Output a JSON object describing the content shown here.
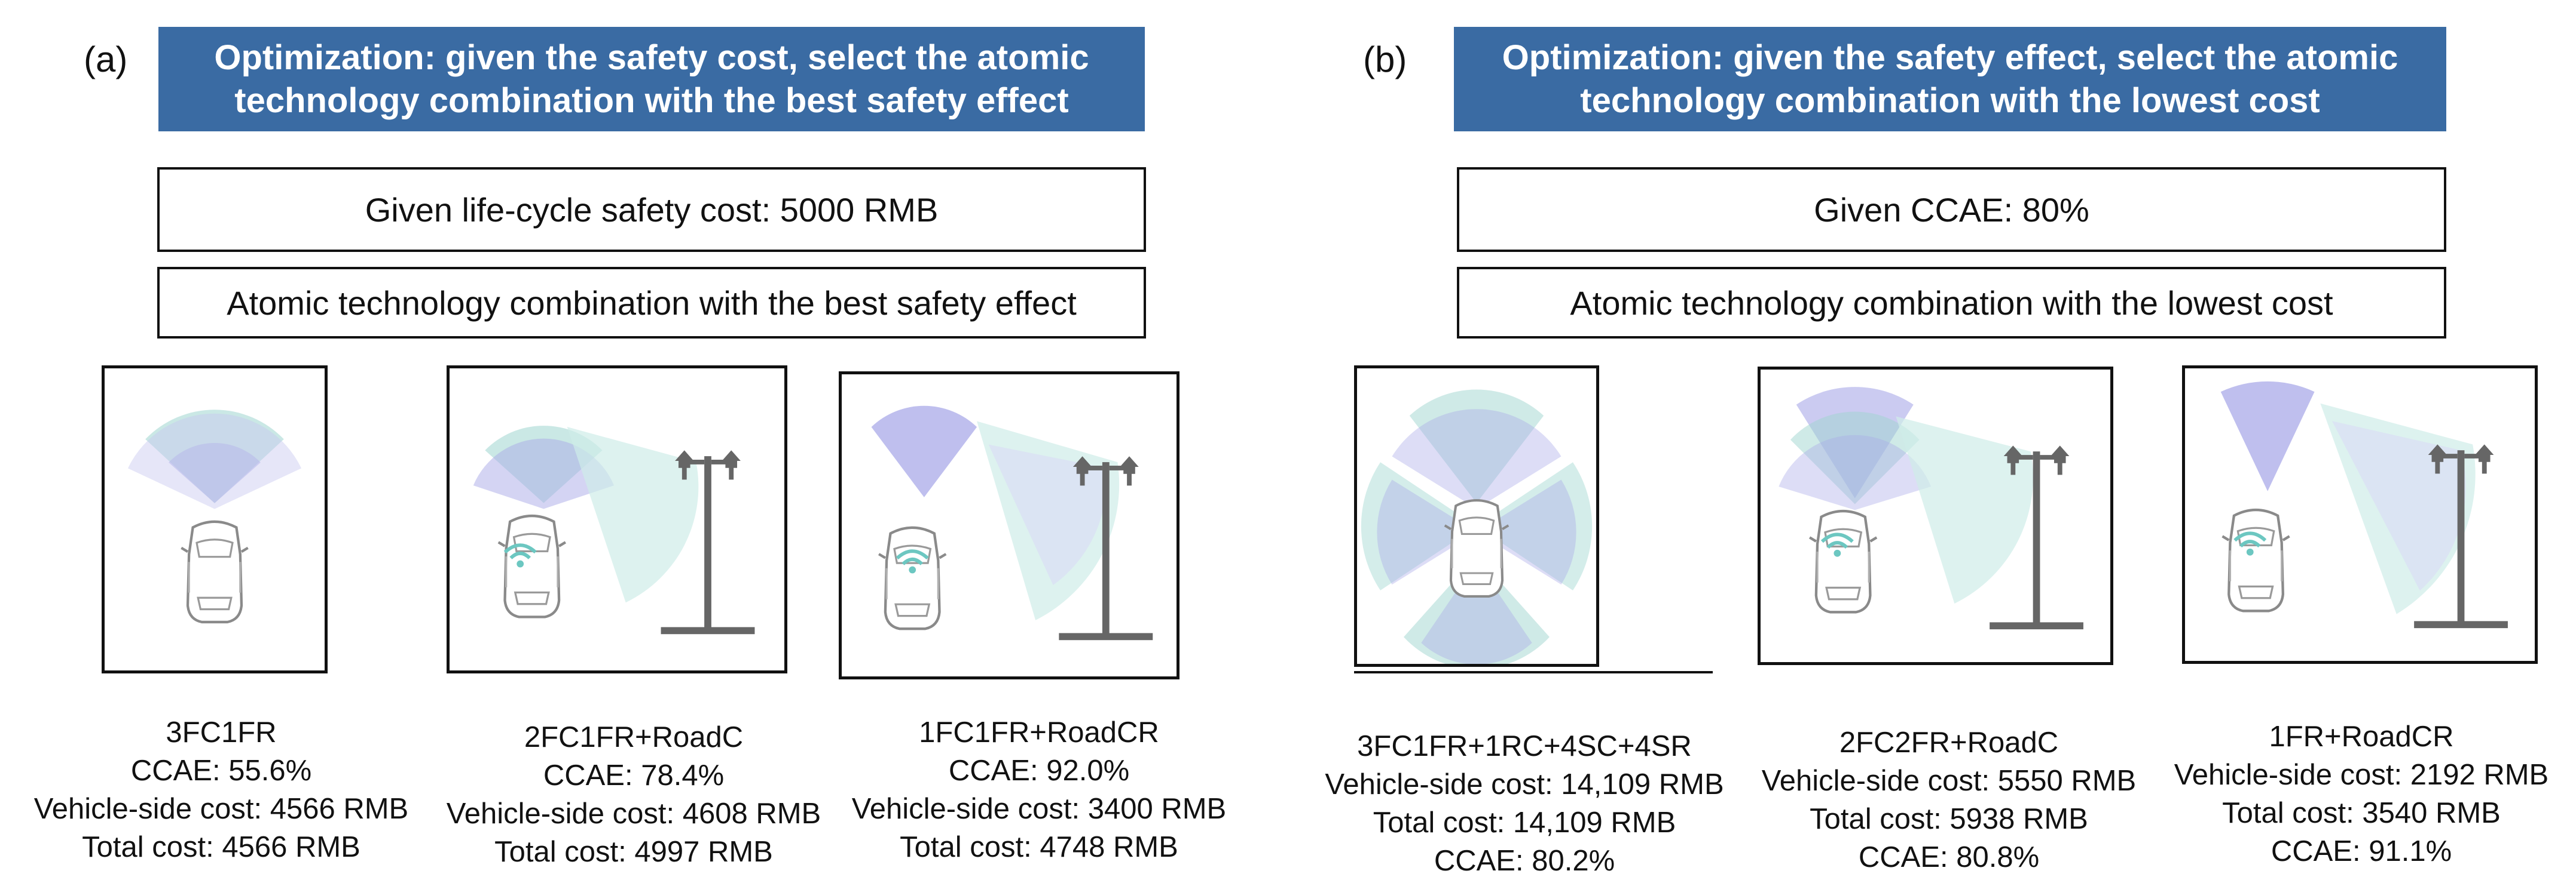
{
  "colors": {
    "banner_bg": "#3a6ba3",
    "banner_text": "#ffffff",
    "sensor_teal": "#9fd6d0",
    "sensor_purple": "#a9a9e8",
    "wifi": "#6cc7c1"
  },
  "panel_a": {
    "label": "(a)",
    "banner": "Optimization: given the safety cost, select the atomic technology combination with the best safety effect",
    "given": "Given life-cycle safety cost: 5000 RMB",
    "subtitle": "Atomic technology combination with the best safety effect",
    "items": [
      {
        "name": "3FC1FR",
        "lines": [
          "CCAE: 55.6%",
          "Vehicle-side cost: 4566 RMB",
          "Total cost: 4566 RMB"
        ]
      },
      {
        "name": "2FC1FR+RoadC",
        "lines": [
          "CCAE: 78.4%",
          "Vehicle-side cost: 4608 RMB",
          "Total cost: 4997 RMB"
        ]
      },
      {
        "name": "1FC1FR+RoadCR",
        "lines": [
          "CCAE: 92.0%",
          "Vehicle-side cost: 3400 RMB",
          "Total cost: 4748 RMB"
        ]
      }
    ]
  },
  "panel_b": {
    "label": "(b)",
    "banner": "Optimization: given the safety effect, select the atomic technology combination with the lowest cost",
    "given": "Given CCAE: 80%",
    "subtitle": "Atomic technology combination with the lowest cost",
    "items": [
      {
        "name": "3FC1FR+1RC+4SC+4SR",
        "lines": [
          "Vehicle-side cost: 14,109 RMB",
          "Total cost: 14,109 RMB",
          "CCAE: 80.2%"
        ]
      },
      {
        "name": "2FC2FR+RoadC",
        "lines": [
          "Vehicle-side cost: 5550 RMB",
          "Total cost: 5938 RMB",
          "CCAE: 80.8%"
        ]
      },
      {
        "name": "1FR+RoadCR",
        "lines": [
          "Vehicle-side cost: 2192 RMB",
          "Total cost: 3540 RMB",
          "CCAE: 91.1%"
        ]
      }
    ]
  }
}
